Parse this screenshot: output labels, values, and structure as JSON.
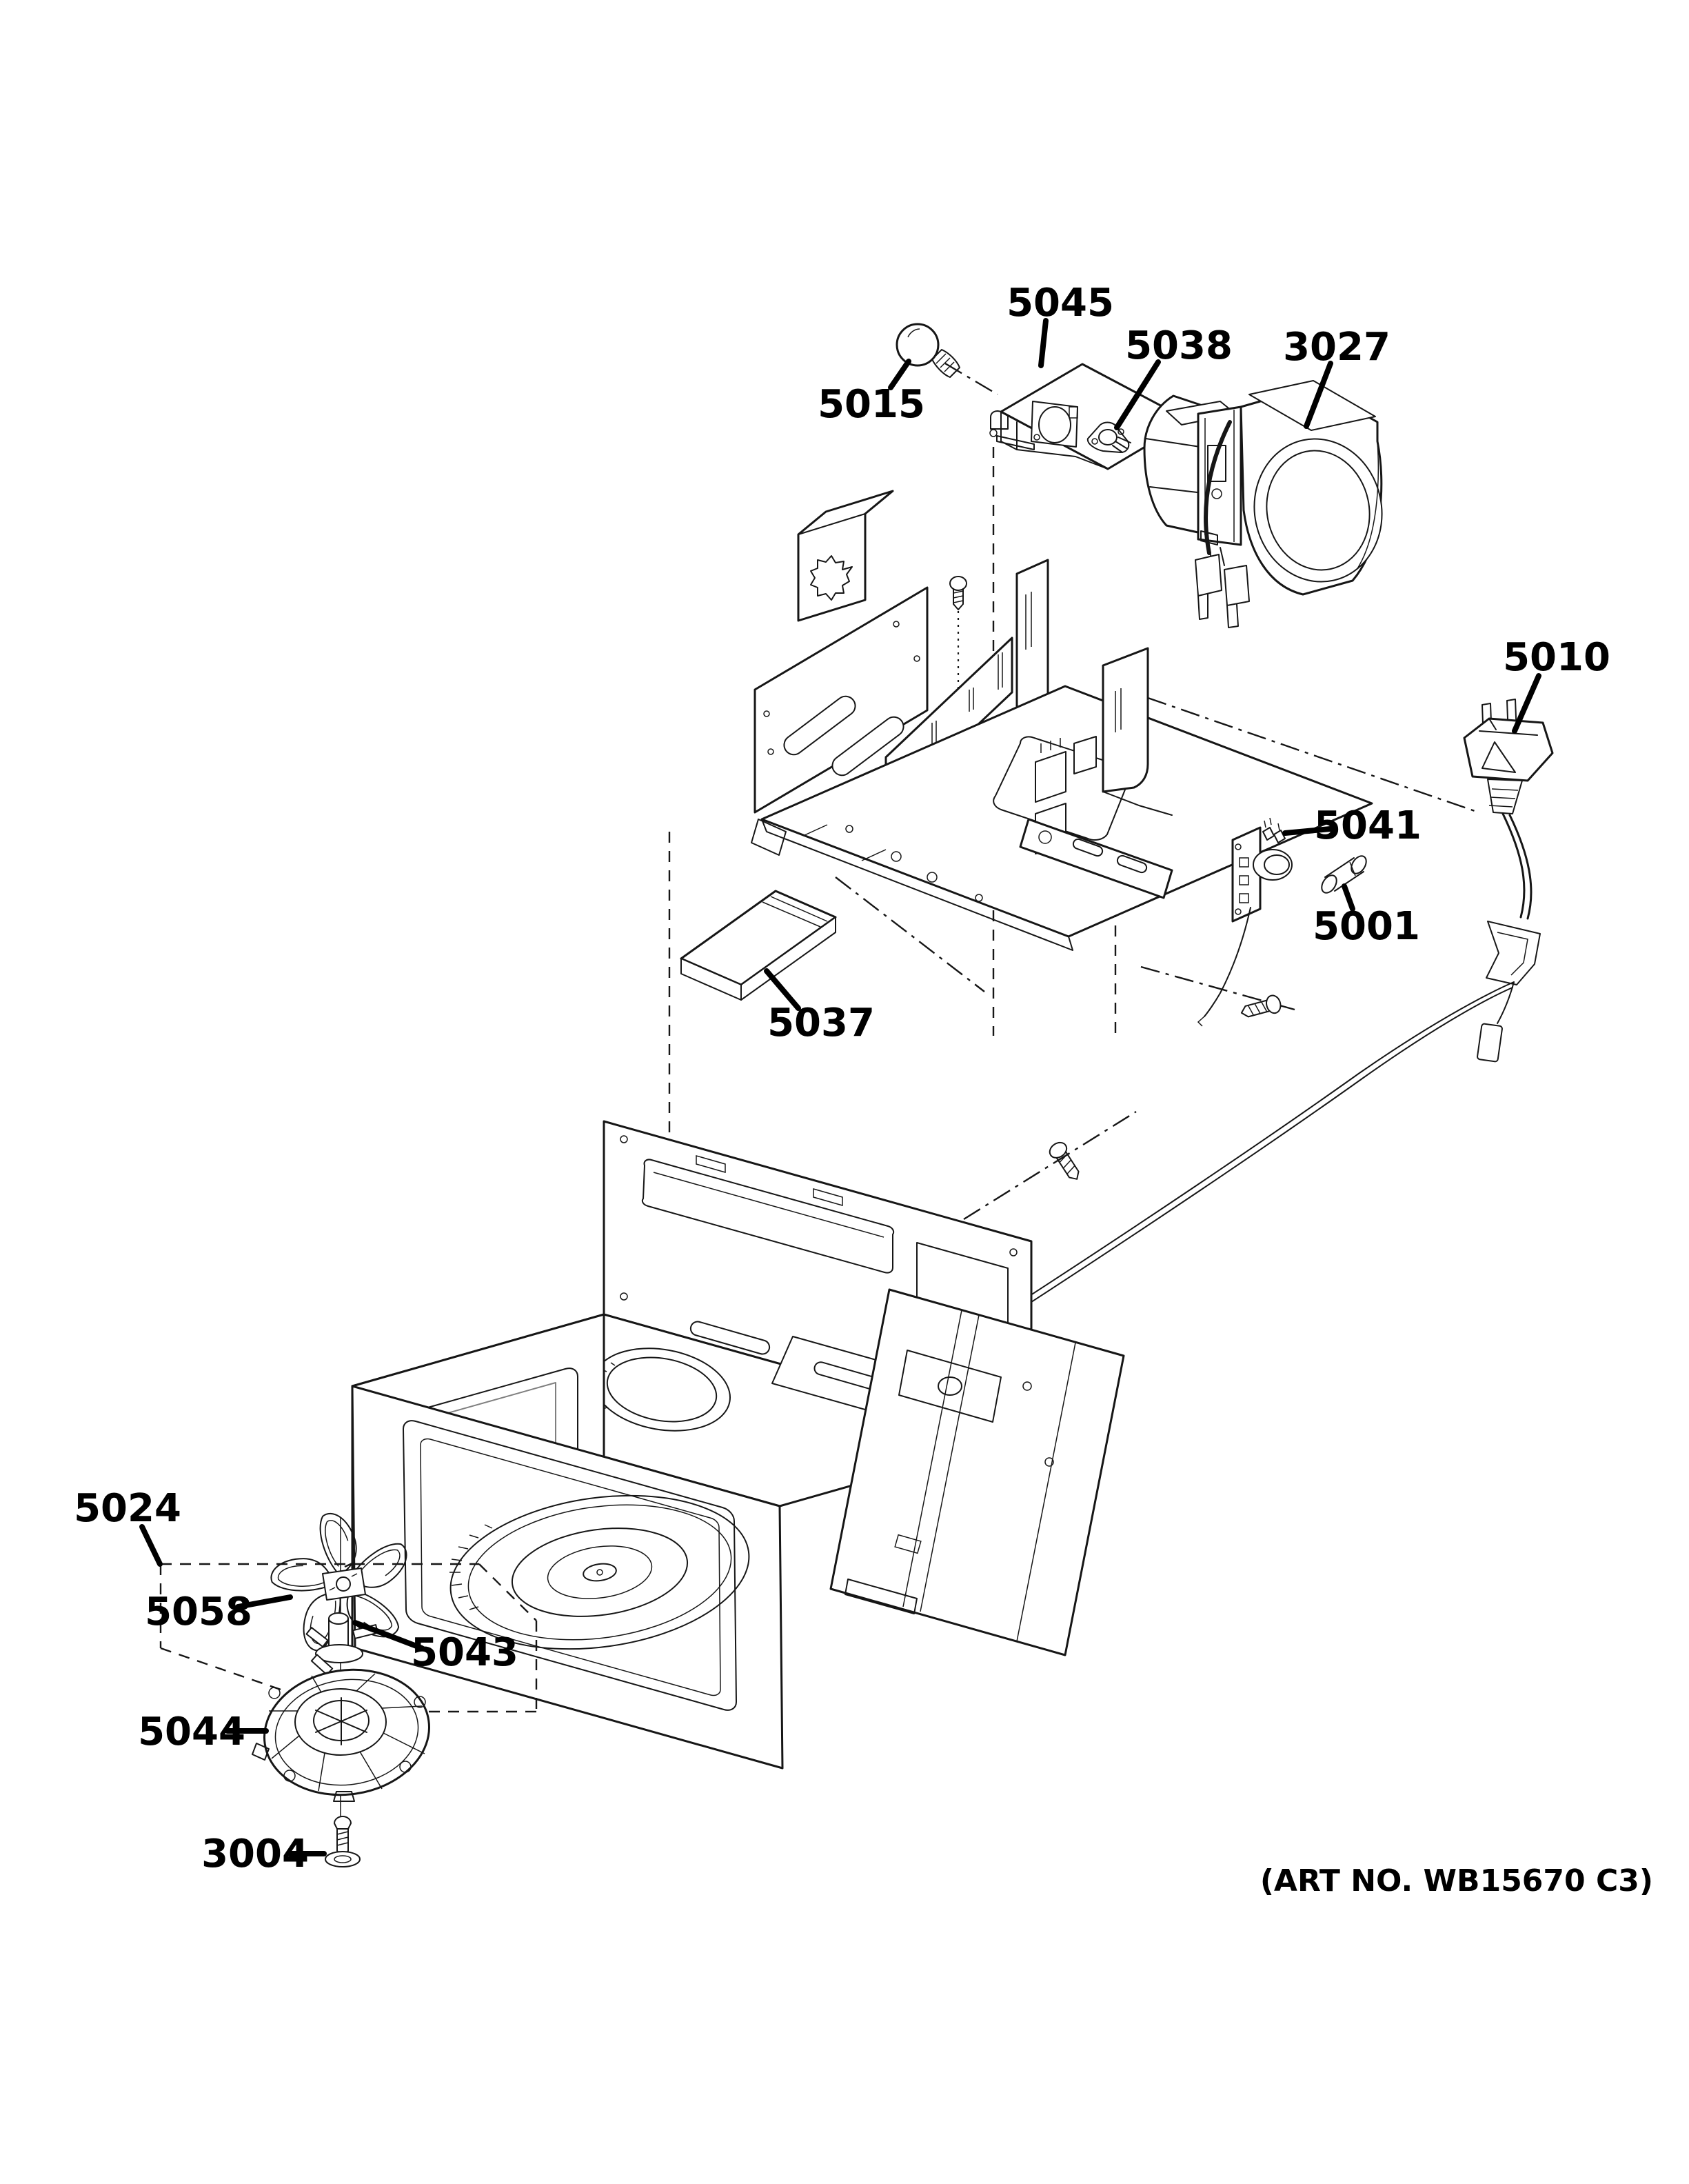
{
  "diagram": {
    "title_semantic": "microwave-oven-interior-exploded-parts-diagram",
    "art_no": "(ART NO. WB15670 C3)",
    "line_color": "#161616",
    "background_color": "#ffffff",
    "callouts": [
      {
        "id": "5015",
        "part": "halogen-lamp-bulb"
      },
      {
        "id": "5045",
        "part": "lamp-housing-cover"
      },
      {
        "id": "5038",
        "part": "lamp-socket"
      },
      {
        "id": "3027",
        "part": "ventilation-blower-motor-assembly"
      },
      {
        "id": "5010",
        "part": "power-cord"
      },
      {
        "id": "5041",
        "part": "thermostat"
      },
      {
        "id": "5001",
        "part": "fuse"
      },
      {
        "id": "5037",
        "part": "charcoal-filter"
      },
      {
        "id": "5024",
        "part": "fan-motor-assembly-boundary"
      },
      {
        "id": "5058",
        "part": "stirrer-fan-blade"
      },
      {
        "id": "5043",
        "part": "fan-coupler"
      },
      {
        "id": "5044",
        "part": "fan-mount-ring"
      },
      {
        "id": "3004",
        "part": "fan-mounting-screw"
      }
    ]
  }
}
